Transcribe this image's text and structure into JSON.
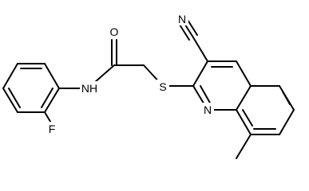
{
  "molecule": {
    "atoms": {
      "nitrile_n": "N",
      "carbonyl_o": "O",
      "amide_nh": "NH",
      "thioether_s": "S",
      "ring_n": "N",
      "fluorine": "F"
    },
    "colors": {
      "bond": "#000000",
      "label": "#000000",
      "background": "#ffffff"
    }
  }
}
